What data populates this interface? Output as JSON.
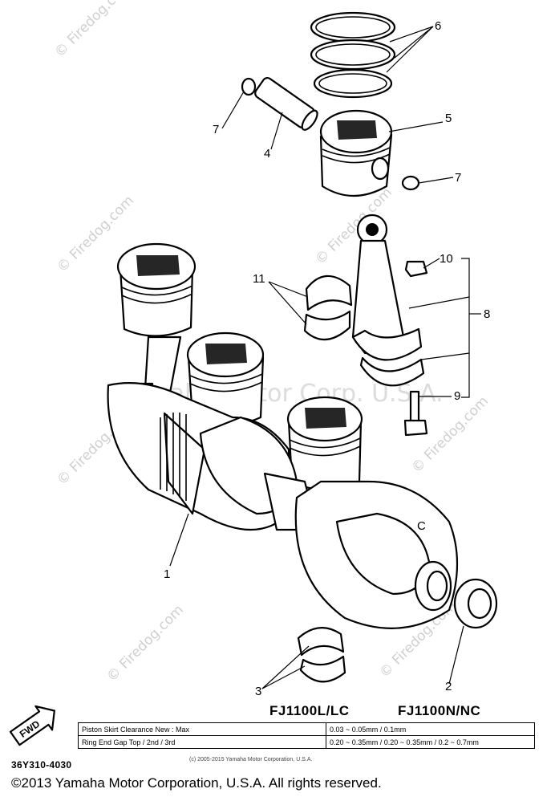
{
  "diagram": {
    "callouts": [
      "1",
      "2",
      "3",
      "4",
      "5",
      "6",
      "7",
      "7",
      "8",
      "9",
      "10",
      "11"
    ],
    "watermark": "© Firedog.com",
    "center_watermark": "Yamaha Motor Corp. U.S.A.",
    "crank_letter": "C",
    "fwd_label": "FWD"
  },
  "models": {
    "left": "FJ1100L/LC",
    "right": "FJ1100N/NC"
  },
  "spec_table": [
    {
      "label": "Piston Skirt Clearance New : Max",
      "value": "0.03 ~ 0.05mm / 0.1mm"
    },
    {
      "label": "Ring End Gap Top / 2nd / 3rd",
      "value": "0.20 ~ 0.35mm / 0.20 ~ 0.35mm / 0.2 ~ 0.7mm"
    }
  ],
  "part_code": "36Y310-4030",
  "small_copyright": "(c) 2005-2015 Yamaha Motor Corporation, U.S.A.",
  "footer": "©2013 Yamaha Motor Corporation, U.S.A. All rights reserved."
}
